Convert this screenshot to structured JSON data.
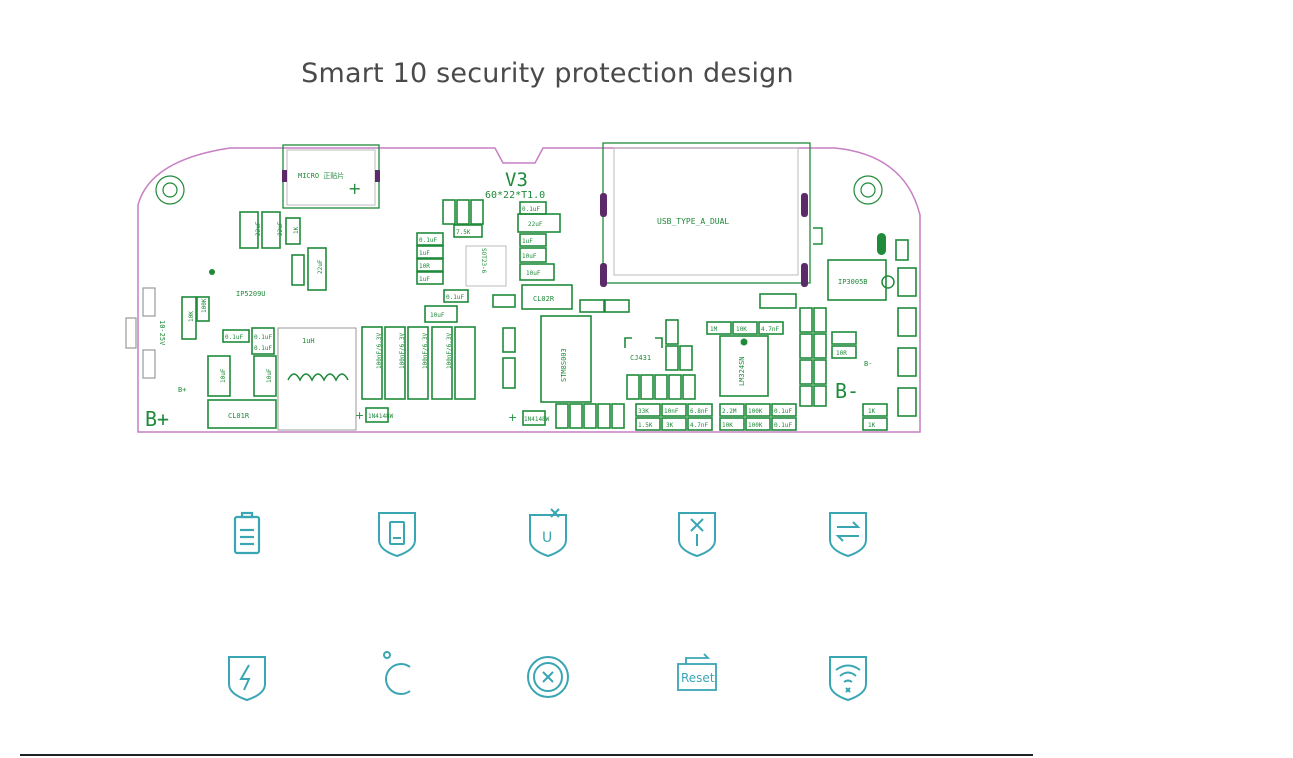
{
  "title": "Smart 10 security protection design",
  "colors": {
    "outline": "#c77fc4",
    "trace": "#1f8a3a",
    "pad": "#5c2a6b",
    "icon": "#3aa6b4"
  },
  "board": {
    "version": "V3",
    "size": "60*22*T1.0",
    "usb_label": "USB_TYPE_A_DUAL",
    "micro_label": "MICRO 正贴片",
    "chip_ip5209": "IP5209U",
    "chip_ip3005b": "IP3005B",
    "chip_lm324": "LM324SN",
    "chip_stm": "STM8S003",
    "chip_cj431": "CJ431",
    "chip_sot": "SOT23-6",
    "inductor": "1uH",
    "b_plus": "B+",
    "b_minus": "B-",
    "b_plus_small": "B+",
    "b_minus_small": "B-",
    "cl01r": "CL01R",
    "cl02r": "CL02R",
    "diode1": "1N4148W",
    "diode2": "1N4148W",
    "voltage": "10-25V",
    "labels": {
      "c22uf_a": "22uF",
      "c22uf_b": "22uF",
      "c22uf_c": "22uF",
      "c22uf_d": "22uF",
      "r1k_a": "1K",
      "c1uf_a": "1uF",
      "r100k_a": "100K",
      "r10k_a": "10K",
      "c01uf_a": "0.1uF",
      "c01uf_b": "0.1uF",
      "c01uf_c": "0.1uF",
      "c10uf_a": "10uF",
      "c10uf_b": "10uF",
      "c10uf_c": "10uF",
      "c10uf_d": "10uF",
      "c10uf_e": "10uF",
      "c1uf_b": "1uF",
      "r10r": "10R",
      "c1uf_c": "1uF",
      "c01uf_d": "0.1uF",
      "r75k": "7.5K",
      "c01uf_e": "0.1uF",
      "c22uf_e": "22uF",
      "c01uf_f": "0.1uF",
      "cap_a": "100nF/6.3V",
      "cap_b": "100nF/6.3V",
      "cap_c": "100nF/6.3V",
      "cap_d": "100nF/6.3V",
      "r1m": "1M",
      "r10k_b": "10K",
      "c47n_a": "4.7nF",
      "r33k": "33K",
      "c10nf": "10nF",
      "c68n": "6.8nF",
      "r15k": "1.5K",
      "r3k": "3K",
      "c47n_b": "4.7nF",
      "r22m": "2.2M",
      "r100k_b": "100K",
      "c01uf_g": "0.1uF",
      "r10k_c": "10K",
      "r100k_c": "100K",
      "c01uf_h": "0.1uF",
      "r1k_b": "1K",
      "r1k_c": "1K",
      "r10r_b": "10R",
      "c1uf_d": "1uF"
    }
  },
  "icons": [
    {
      "name": "battery-icon"
    },
    {
      "name": "shield-battery-icon"
    },
    {
      "name": "shield-u-icon"
    },
    {
      "name": "shield-short-circuit-icon"
    },
    {
      "name": "shield-exchange-icon"
    },
    {
      "name": "shield-lightning-icon"
    },
    {
      "name": "temperature-ring-icon"
    },
    {
      "name": "circle-x-icon"
    },
    {
      "name": "reset-icon"
    },
    {
      "name": "shield-wifi-icon"
    }
  ],
  "reset_text": "Reset"
}
